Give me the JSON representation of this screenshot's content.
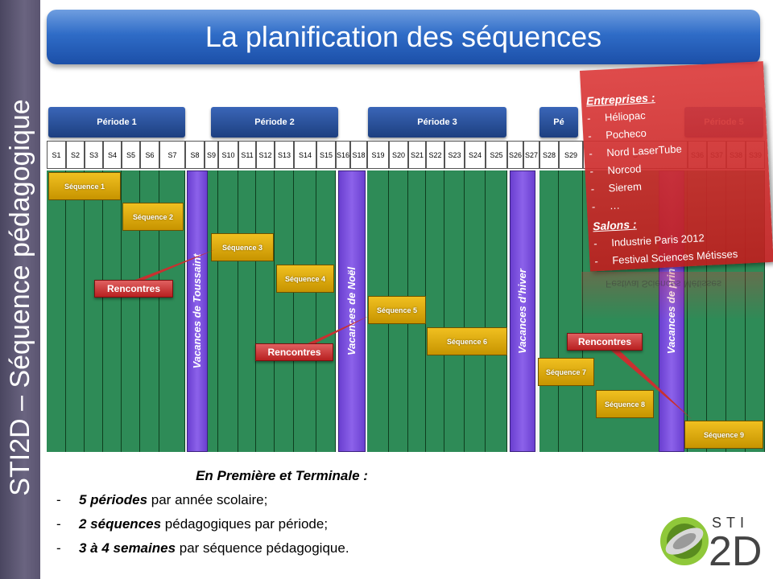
{
  "side_title": "STI2D – Séquence pédagogique",
  "title": "La planification des séquences",
  "periods": [
    "Période 1",
    "Période 2",
    "Période 3",
    "Pé",
    "Période 5"
  ],
  "weeks": [
    "S1",
    "S2",
    "S3",
    "S4",
    "S5",
    "S6",
    "S7",
    "S8",
    "S9",
    "S10",
    "S11",
    "S12",
    "S13",
    "S14",
    "S15",
    "S16",
    "S18",
    "S19",
    "S20",
    "S21",
    "S22",
    "S23",
    "S24",
    "S25",
    "S26",
    "S27",
    "S28",
    "S29",
    "S",
    "S36",
    "S37",
    "S38",
    "S39"
  ],
  "vacations": [
    "Vacances de Toussaint",
    "Vacances de Noël",
    "Vacances d’hiver",
    "Vacances de prin"
  ],
  "sequences": [
    "Séquence 1",
    "Séquence 2",
    "Séquence 3",
    "Séquence 4",
    "Séquence 5",
    "Séquence 6",
    "Séquence 7",
    "Séquence 8",
    "Séquence 9"
  ],
  "rencontres": [
    "Rencontres",
    "Rencontres",
    "Rencontres"
  ],
  "callout": {
    "enterprises_heading": "Entreprises :",
    "enterprises": [
      "Héliopac",
      "Pocheco",
      "Nord LaserTube",
      "Norcod",
      "Sierem",
      "…"
    ],
    "salons_heading": "Salons :",
    "salons": [
      "Industrie Paris  2012",
      "Festival Sciences Métisses"
    ]
  },
  "summary": {
    "heading": "En Première et Terminale :",
    "lines": [
      {
        "bold": "5 périodes",
        "rest": " par année scolaire;"
      },
      {
        "bold": "2 séquences",
        "rest": " pédagogiques par période;"
      },
      {
        "bold": "3 à 4 semaines",
        "rest": " par séquence pédagogique."
      }
    ]
  },
  "logo": {
    "line1": "STI",
    "line2": "2D"
  },
  "colors": {
    "title_blue": "#2f6cc7",
    "grid_green": "#2e8b57",
    "vacation_purple": "#7a4fe0",
    "sequence_gold": "#d9a800",
    "rencontre_red": "#c83030",
    "callout_red": "#d03a3a",
    "side_band": "#5a5470"
  }
}
